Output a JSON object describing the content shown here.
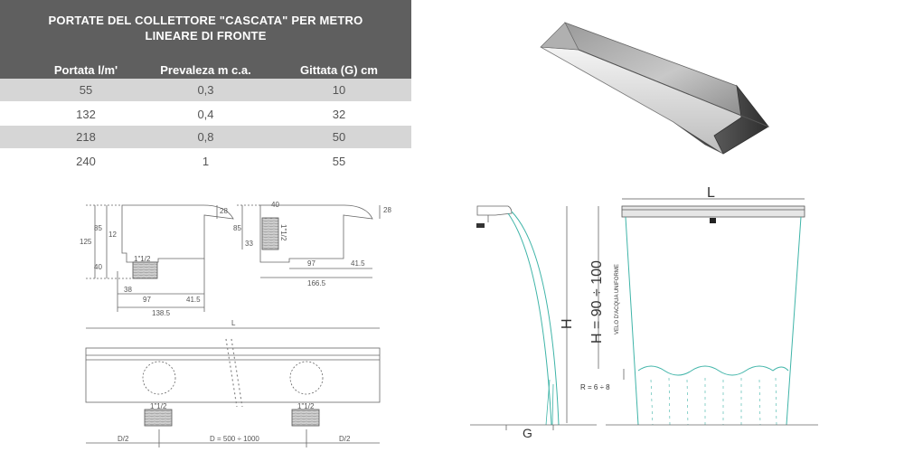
{
  "table": {
    "title_line1": "PORTATE DEL COLLETTORE \"CASCATA\" PER METRO",
    "title_line2": "LINEARE DI FRONTE",
    "headers": [
      "Portata l/m'",
      "Prevaleza m c.a.",
      "Gittata (G) cm"
    ],
    "rows": [
      [
        "55",
        "0,3",
        "10"
      ],
      [
        "132",
        "0,4",
        "32"
      ],
      [
        "218",
        "0,8",
        "50"
      ],
      [
        "240",
        "1",
        "55"
      ]
    ],
    "colors": {
      "header_bg": "#5f5f5f",
      "row_shade": "#d6d6d6",
      "text": "#555555"
    }
  },
  "section_left": {
    "dims": [
      "28",
      "85",
      "125",
      "12",
      "40",
      "1\"1/2",
      "38",
      "97",
      "41.5",
      "138.5"
    ]
  },
  "section_right": {
    "dims": [
      "40",
      "28",
      "85",
      "33",
      "1\"1/2",
      "97",
      "41.5",
      "166.5"
    ]
  },
  "front_view": {
    "length_label": "L",
    "pipe_left": "1\"1/2",
    "pipe_right": "1\"1/2",
    "half_left": "D/2",
    "spacing": "D = 500 ÷ 1000",
    "half_right": "D/2"
  },
  "flow_side": {
    "height_label": "H",
    "throw_label": "G"
  },
  "flow_front": {
    "length_label": "L",
    "height_range": "H = 90 ÷ 100",
    "veil_label": "VELO D'ACQUA UNIFORME",
    "ripple_label": "R = 6 ÷ 8"
  },
  "colors": {
    "water": "#3fb4a8",
    "line": "#555555"
  }
}
